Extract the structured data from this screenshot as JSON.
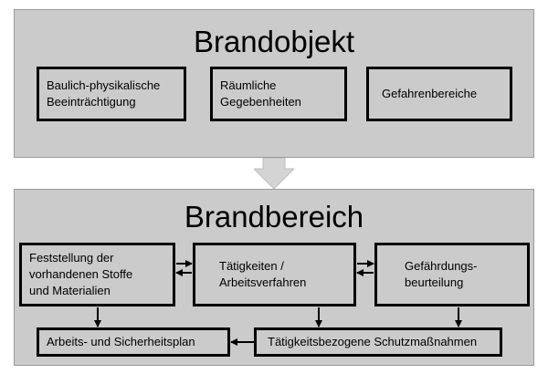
{
  "top": {
    "title": "Brandobjekt",
    "boxes": [
      "Baulich-physikalische\nBeeinträchtigung",
      "Räumliche\nGegebenheiten",
      "Gefahrenbereiche"
    ]
  },
  "bottom": {
    "title": "Brandbereich",
    "row1": [
      "Feststellung der\nvorhandenen Stoffe\nund Materialien",
      "Tätigkeiten /\nArbeitsverfahren",
      "Gefährdungs-\nbeurteilung"
    ],
    "row2": [
      "Arbeits- und Sicherheitsplan",
      "Tätigkeitsbezogene Schutzmaßnahmen"
    ]
  },
  "colors": {
    "panel": "#cbcbcb",
    "border": "#000000",
    "arrow_fill": "#d4d4d4"
  }
}
